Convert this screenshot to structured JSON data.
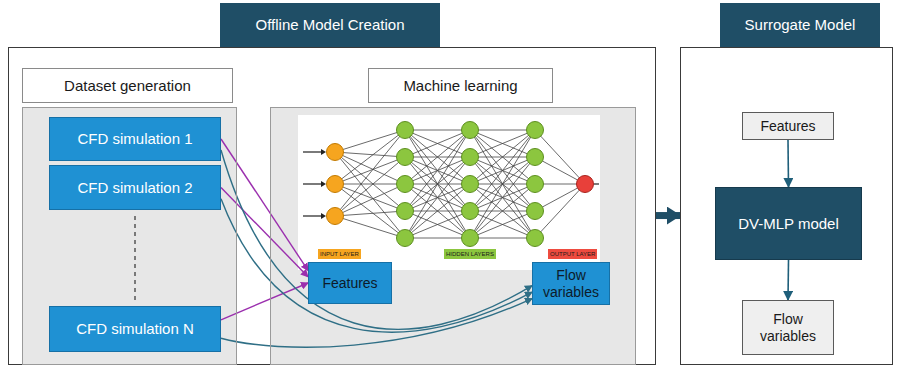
{
  "diagram": {
    "nodes": [
      {
        "text": [
          "Offline Model Creation"
        ]
      },
      {
        "text": [
          "Dataset generation"
        ],
        "in": 0
      },
      {
        "text": [
          "CFD simulation 1"
        ],
        "in": 1
      },
      {
        "text": [
          "CFD simulation 2"
        ],
        "in": 1
      },
      {
        "text": [
          "CFD simulation N"
        ],
        "in": 1
      },
      {
        "text": [
          "Machine learning"
        ],
        "in": 0
      },
      {
        "text": [
          "Features"
        ],
        "in": 5
      },
      {
        "text": [
          "Flow variables"
        ],
        "in": 5
      },
      {
        "text": [
          "Surrogate Model"
        ]
      },
      {
        "text": [
          "Features"
        ],
        "in": 8
      },
      {
        "text": [
          "DV-MLP model"
        ],
        "in": 8
      },
      {
        "text": [
          "Flow variables"
        ],
        "in": 8
      }
    ],
    "edges": [
      {
        "from": 2,
        "to": 6,
        "arrow": "to"
      },
      {
        "from": 3,
        "to": 6,
        "arrow": "to"
      },
      {
        "from": 4,
        "to": 6,
        "arrow": "to"
      },
      {
        "from": 2,
        "to": 7,
        "arrow": "to"
      },
      {
        "from": 3,
        "to": 7,
        "arrow": "to"
      },
      {
        "from": 4,
        "to": 7,
        "arrow": "to"
      },
      {
        "from": 9,
        "to": 10,
        "arrow": "to"
      },
      {
        "from": 10,
        "to": 11,
        "arrow": "to"
      },
      {
        "from": 0,
        "to": 8,
        "arrow": "to"
      }
    ],
    "labels": [
      "INPUT LAYER",
      "HIDDEN LAYERS",
      "OUTPUT LAYER"
    ]
  }
}
